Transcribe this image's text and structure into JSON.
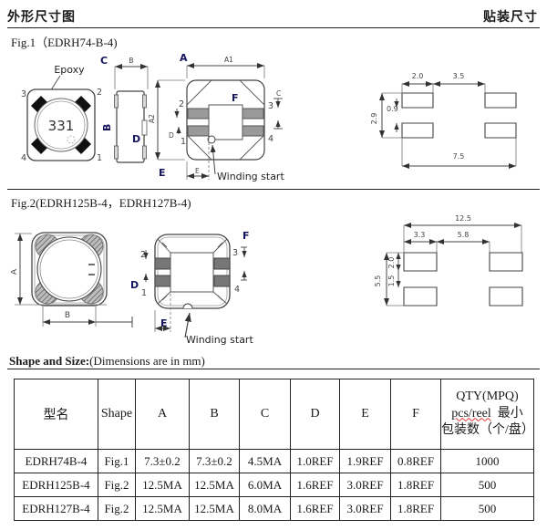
{
  "header": {
    "left": "外形尺寸图",
    "right": "贴装尺寸"
  },
  "dims": {
    "A": "A",
    "A1": "A1",
    "A2": "A2",
    "B": "B",
    "C": "C",
    "D": "D",
    "E": "E",
    "F": "F"
  },
  "pins": {
    "n1": "1",
    "n2": "2",
    "n3": "3",
    "n4": "4"
  },
  "fig1": {
    "caption": "Fig.1（EDRH74-B-4)",
    "epoxy": "Epoxy",
    "marking": "331",
    "winding": "Winding start",
    "land": {
      "pad_w": "2.0",
      "gap": "3.5",
      "height": "2.9",
      "row_gap": "0.9",
      "total": "7.5"
    }
  },
  "fig2": {
    "caption": "Fig.2(EDRH125B-4，EDRH127B-4)",
    "winding": "Winding start",
    "land": {
      "total": "12.5",
      "pad_w": "3.3",
      "gap": "5.8",
      "height": "5.5",
      "pad_h": "2.0",
      "row_gap": "1.5"
    }
  },
  "table": {
    "title_bold": "Shape and Size:",
    "title_rest": "(Dimensions are in mm)",
    "col_model": "型名",
    "col_shape": "Shape",
    "cols": [
      "A",
      "B",
      "C",
      "D",
      "E",
      "F"
    ],
    "qty_line1": "QTY(MPQ)",
    "qty_line2": "pcs/reel",
    "qty_line2b": "最小",
    "qty_line3": "包装数（个/盘）",
    "rows": [
      [
        "EDRH74B-4",
        "Fig.1",
        "7.3±0.2",
        "7.3±0.2",
        "4.5MA",
        "1.0REF",
        "1.9REF",
        "0.8REF",
        "1000"
      ],
      [
        "EDRH125B-4",
        "Fig.2",
        "12.5MA",
        "12.5MA",
        "6.0MA",
        "1.6REF",
        "3.0REF",
        "1.8REF",
        "500"
      ],
      [
        "EDRH127B-4",
        "Fig.2",
        "12.5MA",
        "12.5MA",
        "8.0MA",
        "1.6REF",
        "3.0REF",
        "1.8REF",
        "500"
      ]
    ]
  }
}
